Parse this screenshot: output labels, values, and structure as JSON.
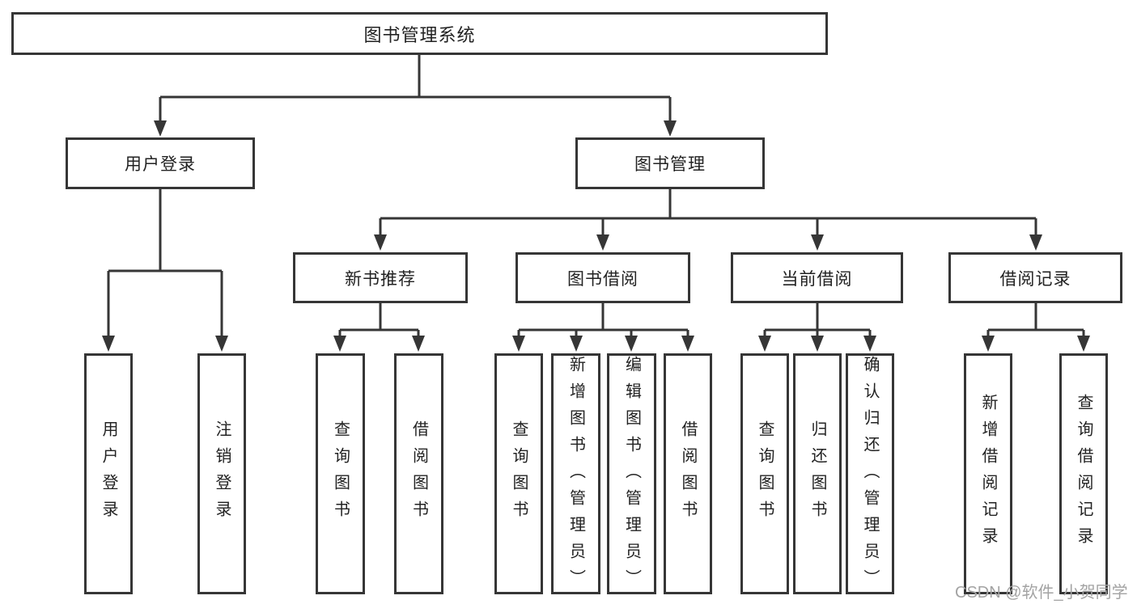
{
  "diagram": {
    "root": {
      "label": "图书管理系统"
    },
    "branches": [
      {
        "label": "用户登录",
        "children": [
          {
            "label": "用户登录"
          },
          {
            "label": "注销登录"
          }
        ]
      },
      {
        "label": "图书管理",
        "children": [
          {
            "label": "新书推荐",
            "children": [
              {
                "label": "查询图书"
              },
              {
                "label": "借阅图书"
              }
            ]
          },
          {
            "label": "图书借阅",
            "children": [
              {
                "label": "查询图书"
              },
              {
                "label": "新增图书（管理员）"
              },
              {
                "label": "编辑图书（管理员）"
              },
              {
                "label": "借阅图书"
              }
            ]
          },
          {
            "label": "当前借阅",
            "children": [
              {
                "label": "查询图书"
              },
              {
                "label": "归还图书"
              },
              {
                "label": "确认归还（管理员）"
              }
            ]
          },
          {
            "label": "借阅记录",
            "children": [
              {
                "label": "新增借阅记录"
              },
              {
                "label": "查询借阅记录"
              }
            ]
          }
        ]
      }
    ]
  },
  "watermark": {
    "text": "CSDN @软件_小贺同学"
  },
  "colors": {
    "line": "#363636",
    "box_border": "#363636",
    "text": "#222222",
    "watermark": "#a3a3a3",
    "background": "#ffffff"
  }
}
